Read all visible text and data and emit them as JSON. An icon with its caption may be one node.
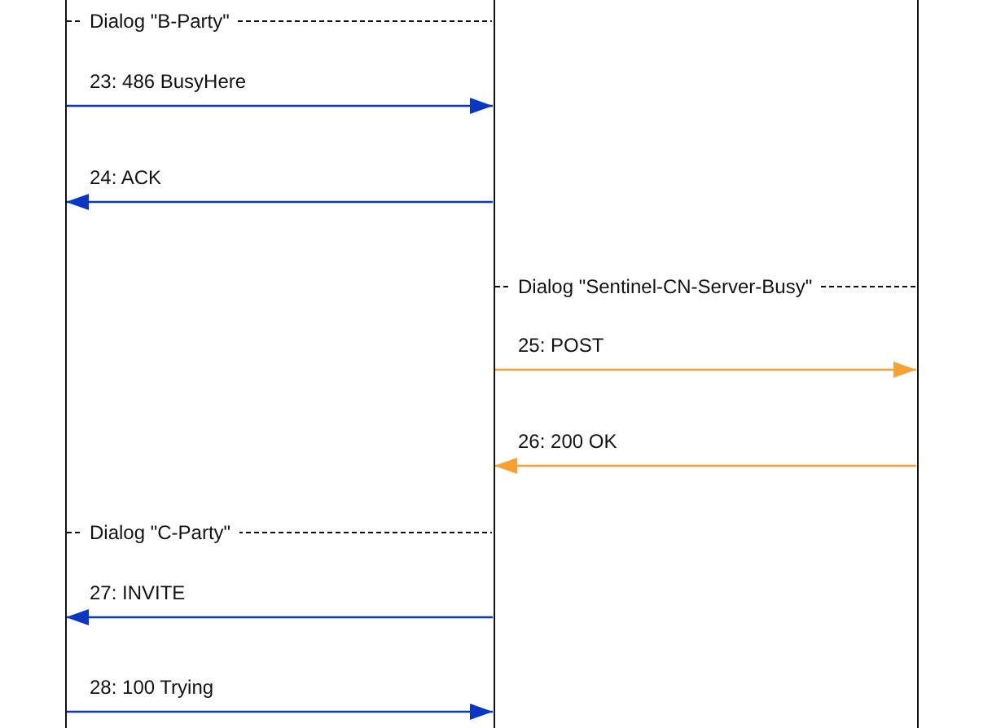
{
  "diagram": {
    "nodes": [
      {
        "text": [],
        "shape": "line"
      },
      {
        "text": [],
        "shape": "line"
      },
      {
        "text": [],
        "shape": "line"
      }
    ],
    "edges": [
      {
        "from": 0,
        "to": 1,
        "arrow": "to",
        "label": "23: 486 BusyHere"
      },
      {
        "from": 1,
        "to": 0,
        "arrow": "to",
        "label": "24: ACK"
      },
      {
        "from": 1,
        "to": 2,
        "arrow": "to",
        "label": "25: POST",
        "color": "#f7a033"
      },
      {
        "from": 2,
        "to": 1,
        "arrow": "to",
        "label": "26: 200 OK",
        "color": "#f7a033"
      },
      {
        "from": 1,
        "to": 0,
        "arrow": "to",
        "label": "27: INVITE"
      },
      {
        "from": 0,
        "to": 1,
        "arrow": "to",
        "label": "28: 100 Trying"
      }
    ],
    "labels": [
      "Dialog \"B-Party\"",
      "Dialog \"Sentinel-CN-Server-Busy\"",
      "Dialog \"C-Party\""
    ]
  }
}
